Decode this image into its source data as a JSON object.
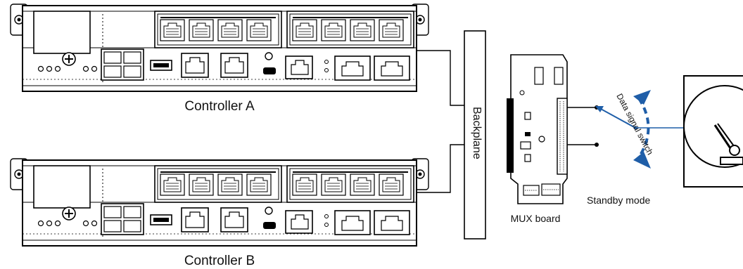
{
  "labels": {
    "controller_a": "Controller A",
    "controller_b": "Controller B",
    "backplane": "Backplane",
    "mux_board": "MUX board",
    "standby_mode": "Standby mode",
    "data_signal_switch": "Data signal switch"
  },
  "colors": {
    "switch_arrow": "#1f5ea8",
    "line": "#000000",
    "background": "#ffffff"
  },
  "icons": [
    "controller-unit-icon",
    "backplane-icon",
    "mux-board-icon",
    "disk-drive-icon",
    "switch-arrow-icon"
  ]
}
